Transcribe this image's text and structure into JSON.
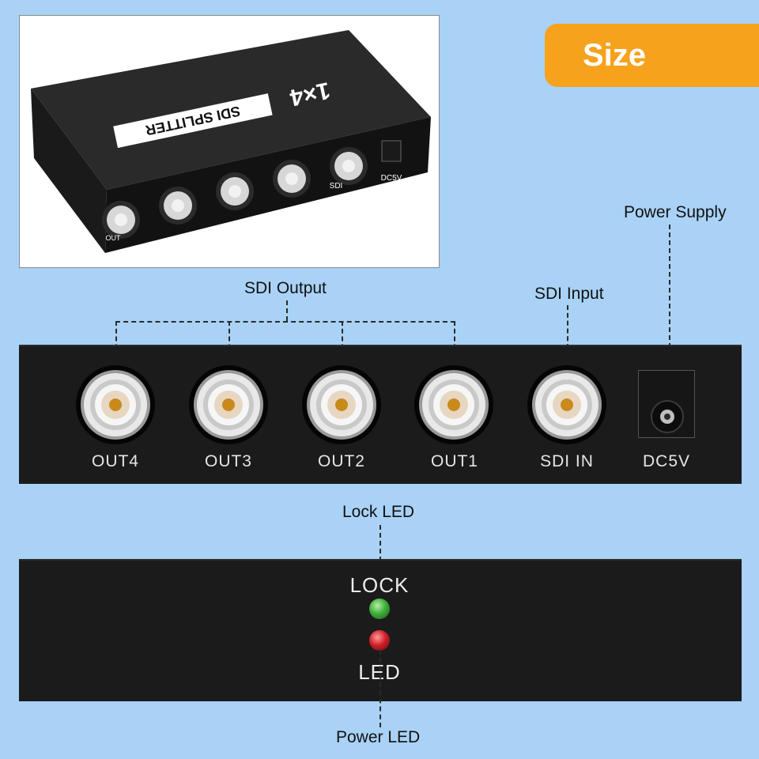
{
  "badge": {
    "title": "Size"
  },
  "device": {
    "model_label": "1×4",
    "name_label": "SDI SPLITTER",
    "dc_small": "DC5V",
    "sdi_small": "SDI",
    "out_small": "OUT"
  },
  "callouts": {
    "sdi_output": "SDI Output",
    "sdi_input": "SDI Input",
    "power_supply": "Power Supply",
    "lock_led": "Lock LED",
    "power_led": "Power LED"
  },
  "back_panel": {
    "ports": [
      {
        "label": "OUT4"
      },
      {
        "label": "OUT3"
      },
      {
        "label": "OUT2"
      },
      {
        "label": "OUT1"
      },
      {
        "label": "SDI IN"
      }
    ],
    "dc_label": "DC5V"
  },
  "front_panel": {
    "lock_label": "LOCK",
    "led_label": "LED"
  },
  "colors": {
    "background": "#a9d2f6",
    "badge": "#f6a21d",
    "panel": "#1b1b1b",
    "connector_pin": "#c98a1c",
    "led_lock": "#3fae3a",
    "led_power": "#d0202a"
  }
}
